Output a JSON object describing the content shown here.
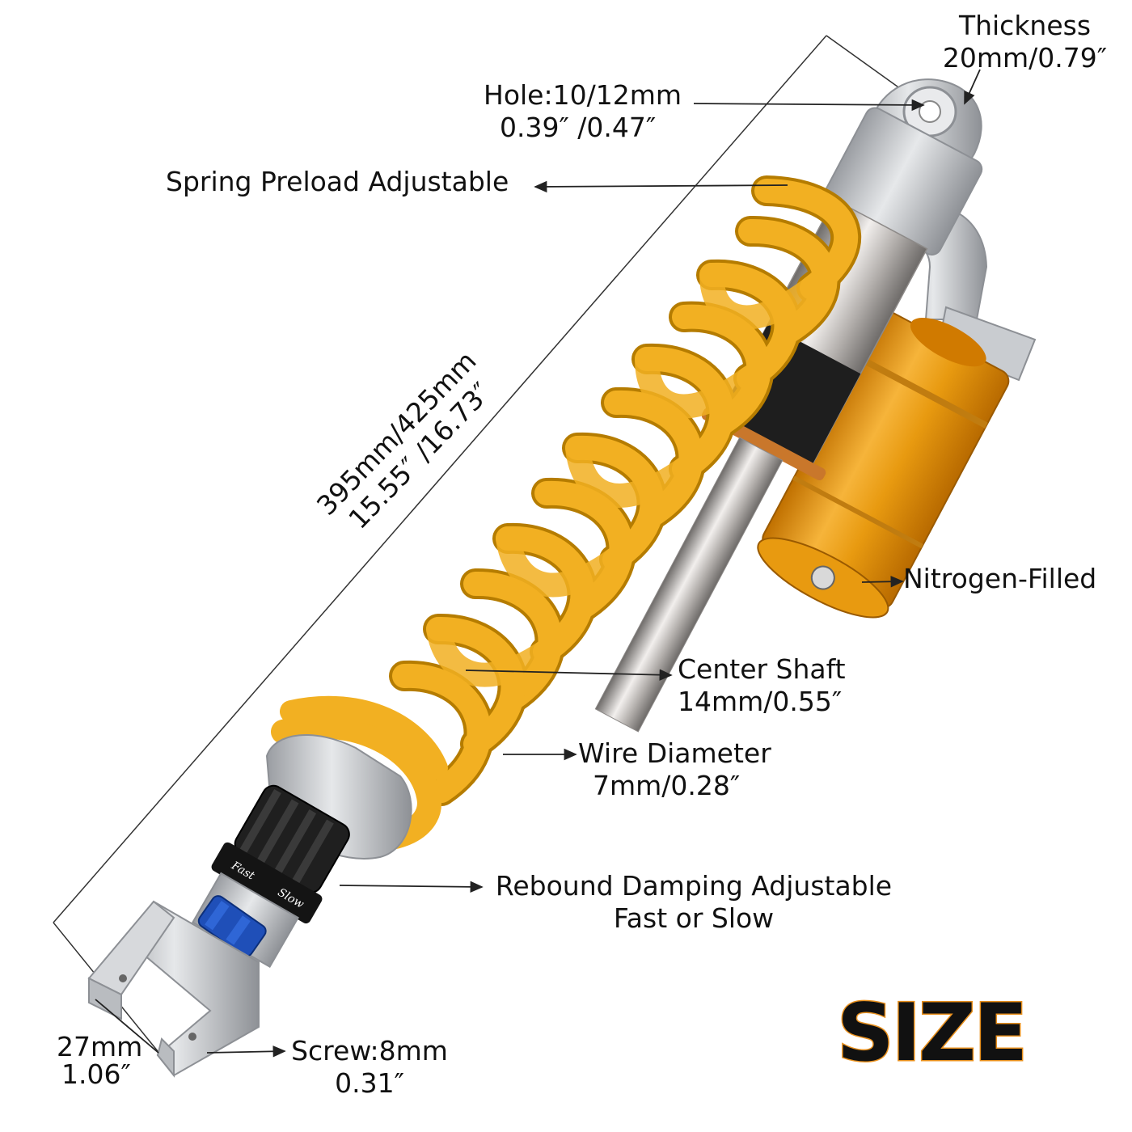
{
  "title": "SIZE",
  "accent_color": "#e8901d",
  "labels": {
    "thickness": {
      "line1": "Thickness",
      "line2": "20mm/0.79″"
    },
    "hole": {
      "line1": "Hole:10/12mm",
      "line2": "0.39″ /0.47″"
    },
    "spring_preload": {
      "line1": "Spring Preload Adjustable"
    },
    "length": {
      "line1": "395mm/425mm",
      "line2": "15.55″ /16.73″"
    },
    "nitrogen": {
      "line1": "Nitrogen-Filled"
    },
    "center_shaft": {
      "line1": "Center Shaft",
      "line2": "14mm/0.55″"
    },
    "wire_diameter": {
      "line1": "Wire Diameter",
      "line2": "7mm/0.28″"
    },
    "rebound": {
      "line1": "Rebound Damping Adjustable",
      "line2": "Fast or Slow"
    },
    "clevis_width": {
      "line1": "27mm",
      "line2": "1.06″"
    },
    "screw": {
      "line1": "Screw:8mm",
      "line2": "0.31″"
    }
  },
  "adjuster_text": {
    "fast": "Fast",
    "slow": "Slow"
  },
  "colors": {
    "spring": "#f2b022",
    "reservoir": "#e89a10",
    "body": "#c9ccd0",
    "knob": "#1f1f1f",
    "nut": "#1f4fb8"
  },
  "icons": [
    "shock-absorber-illustration",
    "arrow-icon"
  ]
}
